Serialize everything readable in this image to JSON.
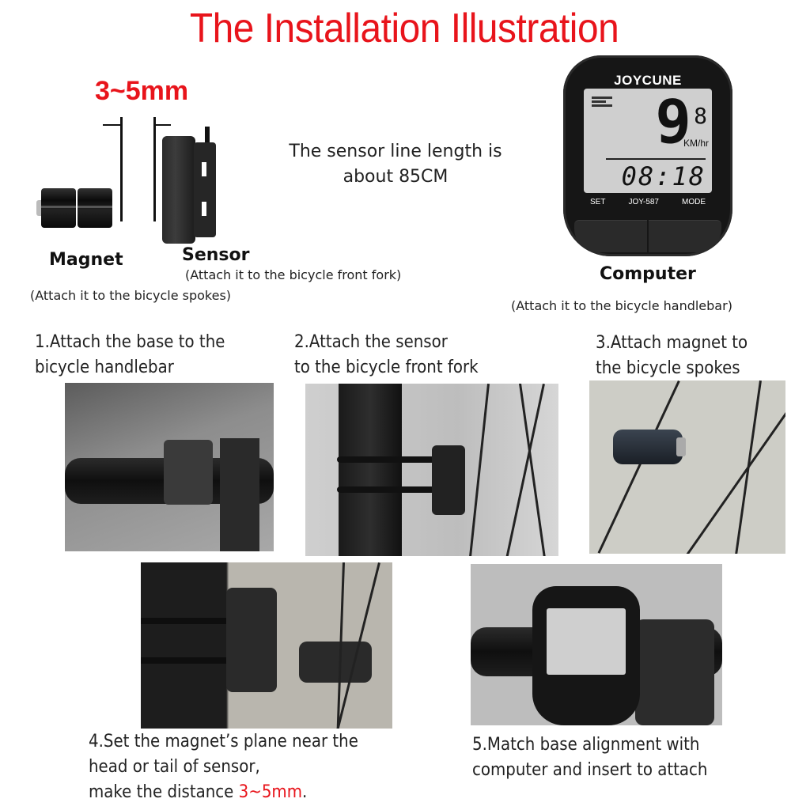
{
  "title": "The Installation Illustration",
  "gap": {
    "label": "3~5mm"
  },
  "components": {
    "magnet": {
      "label": "Magnet",
      "note": "(Attach it to the bicycle spokes)"
    },
    "sensor": {
      "label": "Sensor",
      "note": "(Attach it to the bicycle front fork)"
    },
    "computer": {
      "label": "Computer",
      "note": "(Attach it to the bicycle handlebar)"
    }
  },
  "sensor_info": {
    "line1": "The sensor line length is",
    "line2": "about 85CM"
  },
  "device": {
    "brand": "JOYCUNE",
    "speed_main": "9",
    "speed_decimal": "8",
    "speed_unit": "KM/hr",
    "time": "08:18",
    "button_left": "SET",
    "model": "JOY-587",
    "button_right": "MODE"
  },
  "steps": [
    {
      "number": "1",
      "line1": "1.Attach the base to the",
      "line2": "bicycle handlebar"
    },
    {
      "number": "2",
      "line1": "2.Attach the  sensor",
      "line2": "to the bicycle front fork"
    },
    {
      "number": "3",
      "line1": "3.Attach magnet to",
      "line2": "the bicycle spokes"
    },
    {
      "number": "4",
      "line1": "4.Set the magnet’s plane near the",
      "line2": "head or tail of sensor,",
      "line3_prefix": "make the distance ",
      "line3_highlight": "3~5mm",
      "line3_suffix": "."
    },
    {
      "number": "5",
      "line1": "5.Match base alignment with",
      "line2": "computer and insert to attach"
    }
  ],
  "colors": {
    "accent_red": "#e8141b",
    "text": "#222222",
    "device_body": "#161616",
    "lcd": "#cfcfcf"
  }
}
